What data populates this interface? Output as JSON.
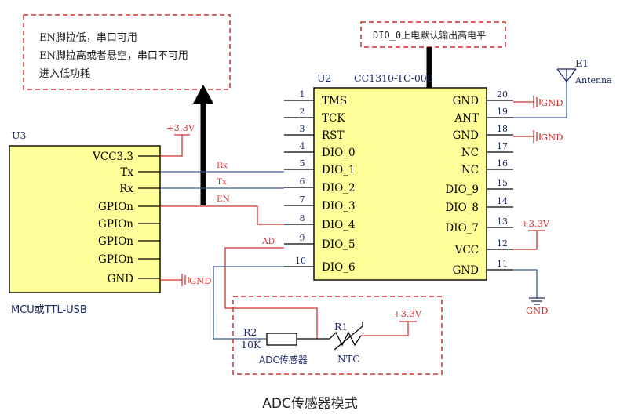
{
  "diagram_title": "ADC传感器模式",
  "notes": {
    "left": [
      "EN脚拉低，串口可用",
      "EN脚拉高或者悬空，串口不可用",
      "进入低功耗"
    ],
    "right": "DIO_0上电默认输出高电平"
  },
  "u3": {
    "ref": "U3",
    "caption": "MCU或TTL-USB",
    "pins": [
      "VCC3.3",
      "Tx",
      "Rx",
      "GPIOn",
      "GPIOn",
      "GPIOn",
      "GPIOn",
      "GND"
    ]
  },
  "u2": {
    "ref": "U2",
    "part": "CC1310-TC-008",
    "left_pins": [
      {
        "num": "1",
        "name": "TMS"
      },
      {
        "num": "2",
        "name": "TCK"
      },
      {
        "num": "3",
        "name": "RST"
      },
      {
        "num": "4",
        "name": "DIO_0"
      },
      {
        "num": "5",
        "name": "DIO_1"
      },
      {
        "num": "6",
        "name": "DIO_2"
      },
      {
        "num": "7",
        "name": "DIO_3"
      },
      {
        "num": "8",
        "name": "DIO_4"
      },
      {
        "num": "9",
        "name": "DIO_5"
      },
      {
        "num": "10",
        "name": "DIO_6"
      }
    ],
    "right_pins": [
      {
        "num": "20",
        "name": "GND"
      },
      {
        "num": "19",
        "name": "ANT"
      },
      {
        "num": "18",
        "name": "GND"
      },
      {
        "num": "17",
        "name": "NC"
      },
      {
        "num": "16",
        "name": "NC"
      },
      {
        "num": "15",
        "name": "DIO_9"
      },
      {
        "num": "14",
        "name": "DIO_8"
      },
      {
        "num": "13",
        "name": "DIO_7"
      },
      {
        "num": "12",
        "name": "VCC"
      },
      {
        "num": "11",
        "name": "GND"
      }
    ]
  },
  "power": {
    "vcc": "+3.3V",
    "gnd": "GND"
  },
  "signals": {
    "rx": "Rx",
    "tx": "Tx",
    "en": "EN",
    "ad": "AD"
  },
  "antenna": {
    "ref": "E1",
    "label": "Antenna"
  },
  "sensor": {
    "r2_ref": "R2",
    "r2_value": "10K",
    "r1_ref": "R1",
    "r1_type": "NTC",
    "caption": "ADC传感器"
  },
  "colors": {
    "chip_fill": "#ffff99",
    "wire_blue": "#3a5a9a",
    "net_red": "#d23030"
  }
}
